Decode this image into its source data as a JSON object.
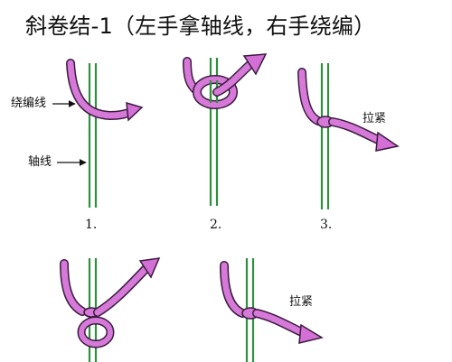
{
  "title": "斜卷结-1（左手拿轴线，右手绕编）",
  "labels": {
    "wrapping_cord": "绕编线",
    "core_cord": "轴线",
    "pull_tight_1": "拉紧",
    "pull_tight_2": "拉紧"
  },
  "steps": [
    "1.",
    "2.",
    "3."
  ],
  "colors": {
    "core_green": "#2f8f3d",
    "cord_purple": "#d679d8",
    "cord_outline": "#3b1b3f",
    "arrow_fill": "#d46fd6",
    "label_arrow": "#111111"
  }
}
